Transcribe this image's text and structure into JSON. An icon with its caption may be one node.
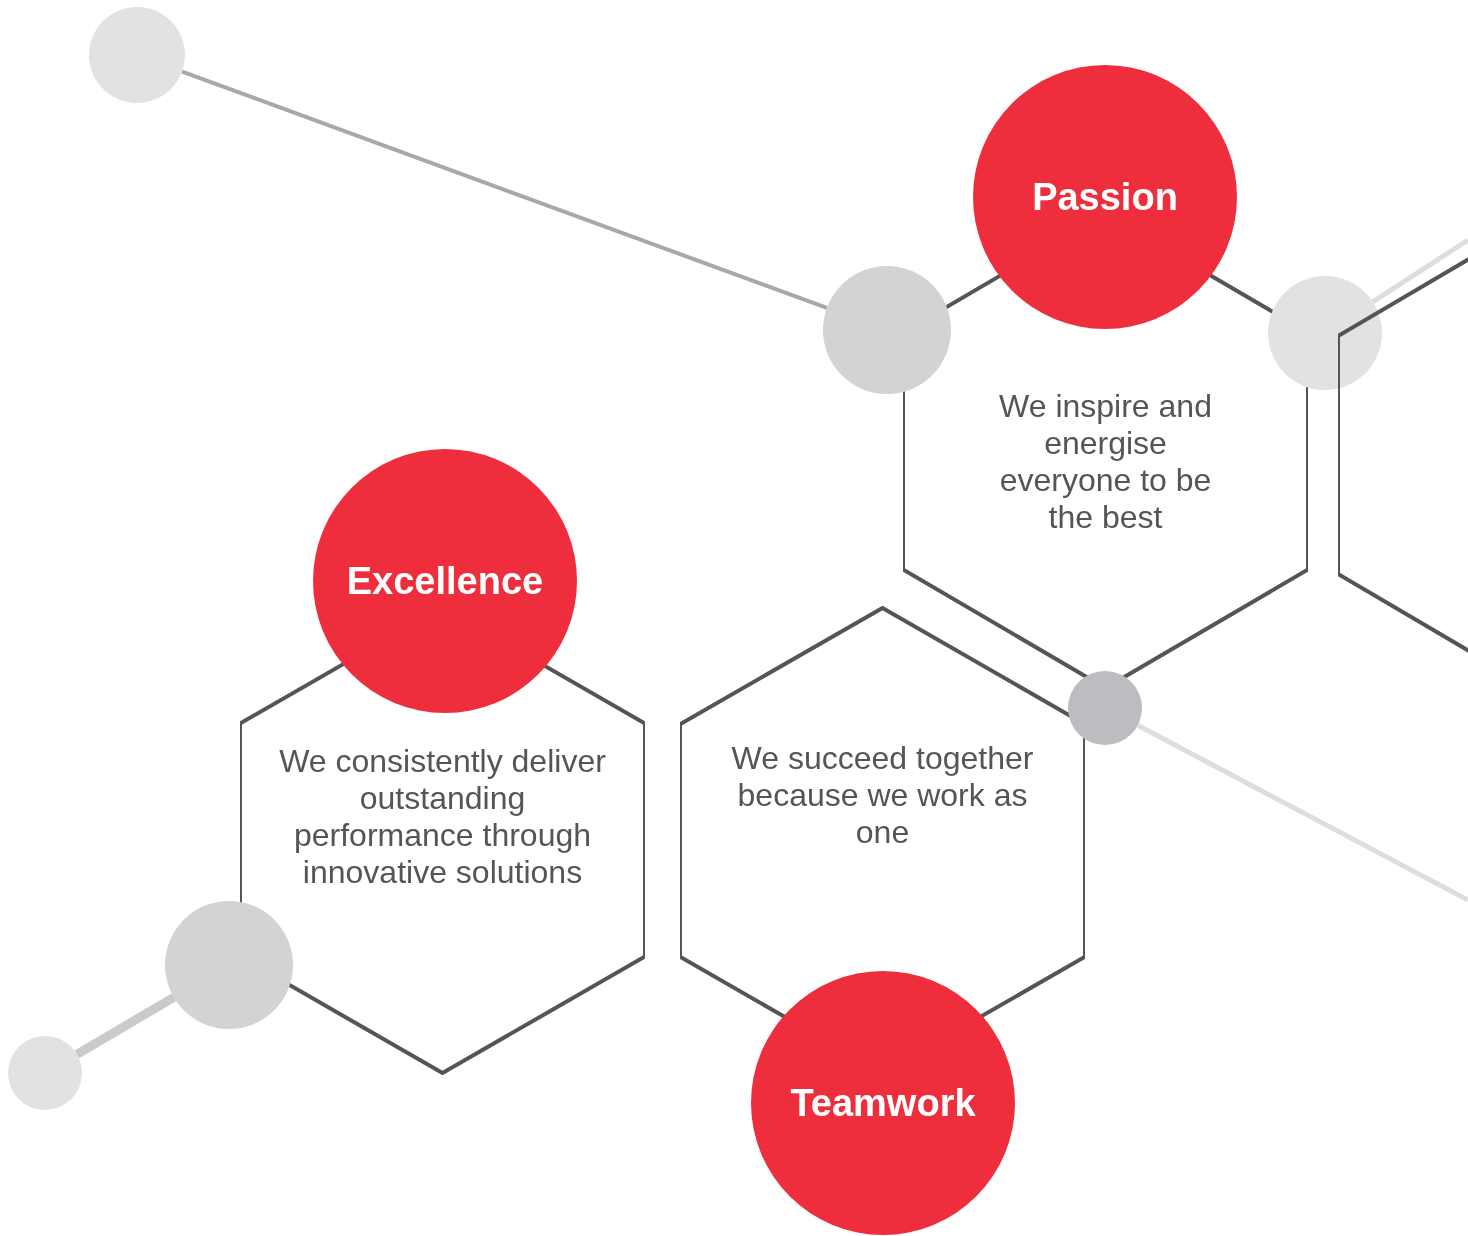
{
  "diagram": {
    "nodes": [
      {
        "text": [
          "Passion",
          "We inspire and energise everyone to be the best"
        ]
      },
      {
        "text": [
          "Excellence",
          "We consistently deliver outstanding performance through innovative solutions"
        ]
      },
      {
        "text": [
          "We succeed together because we work as one",
          "Teamwork"
        ]
      },
      {
        "text": [],
        "shape": "circle"
      },
      {
        "text": [],
        "shape": "circle"
      },
      {
        "text": [],
        "shape": "circle"
      },
      {
        "text": [],
        "shape": "circle"
      },
      {
        "text": [],
        "shape": "circle"
      },
      {
        "text": [],
        "shape": "circle"
      },
      {
        "text": [],
        "shape": "hexagon"
      }
    ],
    "edges": [
      {
        "from": 3,
        "to": 4,
        "arrow": "none"
      },
      {
        "from": 5,
        "to": 9,
        "arrow": "none"
      },
      {
        "from": 6,
        "to": null,
        "arrow": "none"
      },
      {
        "from": 7,
        "to": 8,
        "arrow": "none",
        "style": "thick"
      }
    ]
  }
}
